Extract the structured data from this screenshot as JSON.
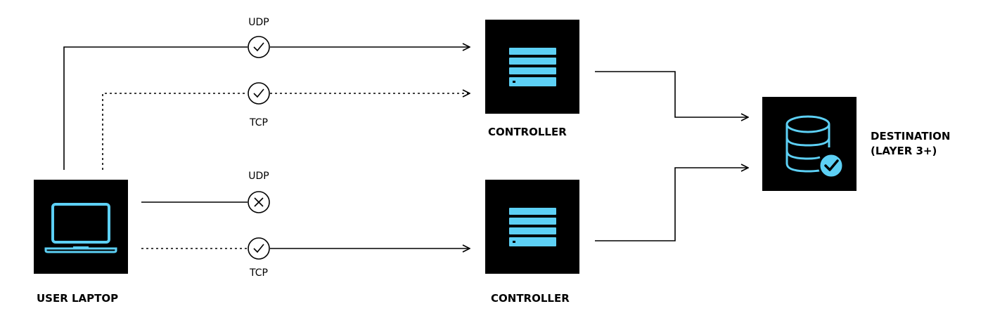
{
  "nodes": {
    "laptop": {
      "label": "USER LAPTOP"
    },
    "controller_top": {
      "label": "CONTROLLER"
    },
    "controller_bottom": {
      "label": "CONTROLLER"
    },
    "destination": {
      "label_line1": "DESTINATION",
      "label_line2": "(LAYER 3+)"
    }
  },
  "connections": {
    "top_udp": {
      "protocol": "UDP",
      "status": "success"
    },
    "top_tcp": {
      "protocol": "TCP",
      "status": "success"
    },
    "bottom_udp": {
      "protocol": "UDP",
      "status": "blocked"
    },
    "bottom_tcp": {
      "protocol": "TCP",
      "status": "success"
    }
  },
  "colors": {
    "box_background": "#000000",
    "icon_accent": "#5dd0f5",
    "line": "#000000"
  },
  "icons": {
    "laptop": "laptop-icon",
    "controller": "server-icon",
    "destination": "database-check-icon",
    "success": "check-circle-icon",
    "blocked": "x-circle-icon"
  }
}
